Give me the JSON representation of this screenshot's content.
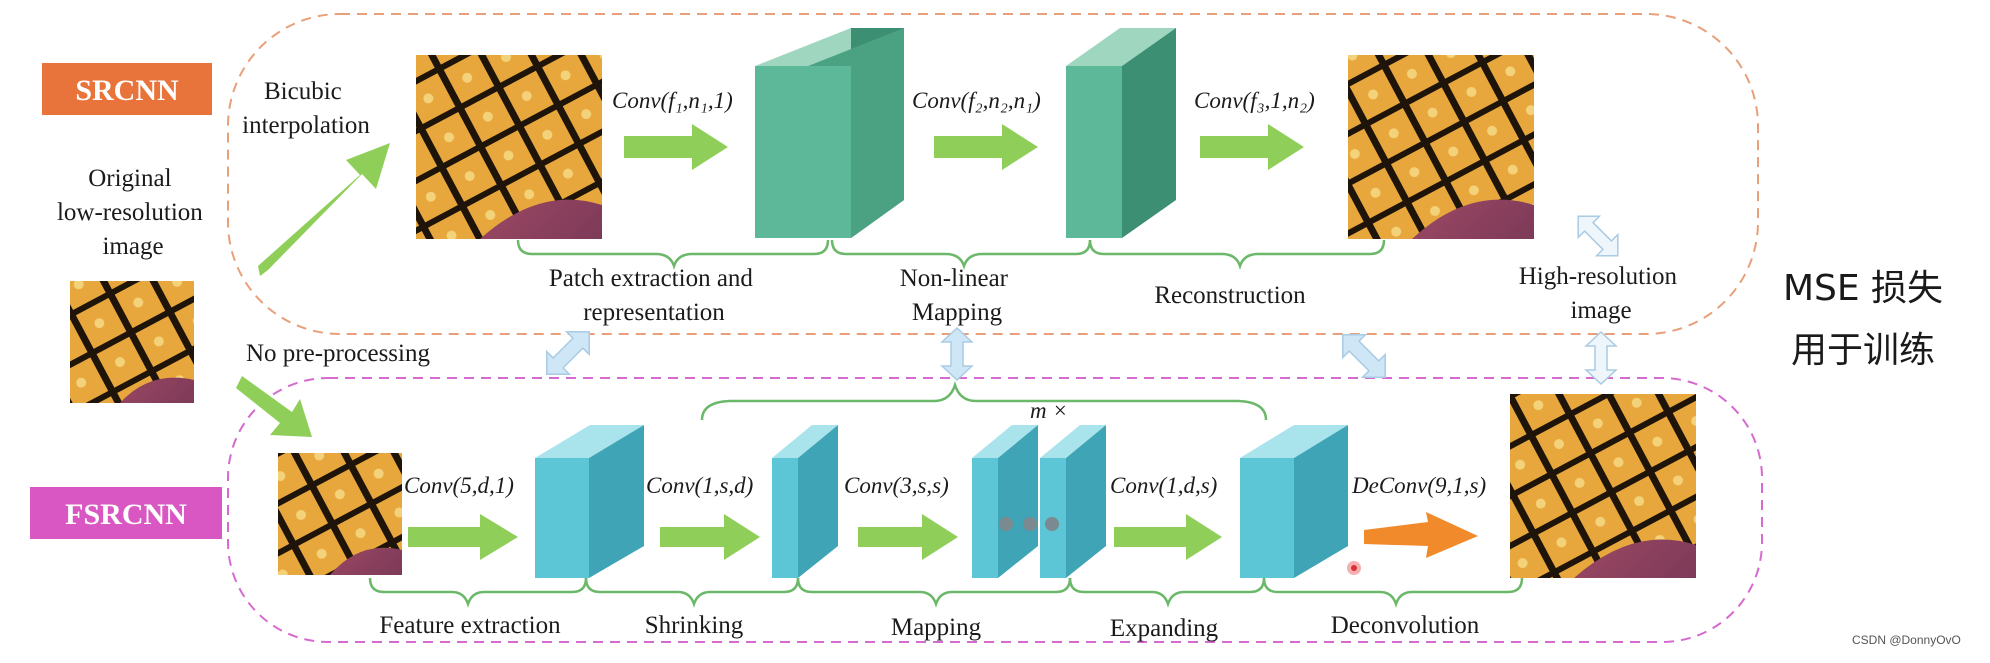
{
  "srcnn": {
    "tag": "SRCNN",
    "bicubic_label": [
      "Bicubic",
      "interpolation"
    ],
    "conv1": "Conv(f₁,n₁,1)",
    "conv2": "Conv(f₂,n₂,n₁)",
    "conv3": "Conv(f₃,1,n₂)",
    "stage_patch": [
      "Patch extraction and",
      "representation"
    ],
    "stage_nonlinear": [
      "Non-linear",
      "Mapping"
    ],
    "stage_reconstruction": "Reconstruction",
    "hr_label": [
      "High-resolution",
      "image"
    ]
  },
  "input": {
    "label": [
      "Original",
      "low-resolution",
      "image"
    ],
    "no_preprocessing": "No pre-processing"
  },
  "fsrcnn": {
    "tag": "FSRCNN",
    "conv_feature": "Conv(5,d,1)",
    "conv_shrink": "Conv(1,s,d)",
    "conv_map": "Conv(3,s,s)",
    "conv_expand": "Conv(1,d,s)",
    "deconv": "DeConv(9,1,s)",
    "repeat": "m ×",
    "stages": [
      "Feature extraction",
      "Shrinking",
      "Mapping",
      "Expanding",
      "Deconvolution"
    ]
  },
  "side_note": [
    "MSE 损失",
    "用于训练"
  ],
  "watermark": "CSDN @DonnyOvO",
  "colors": {
    "srcnn_tag": "#e8743b",
    "fsrcnn_tag": "#d957c3",
    "srcnn_border": "#e8a07a",
    "fsrcnn_border": "#d66ad0",
    "green_block": "#5cb898",
    "cyan_block": "#5cc5d6",
    "green_arrow": "#8fcf59",
    "orange_arrow": "#f08a2a",
    "double_arrow": "#cfe6f6"
  }
}
